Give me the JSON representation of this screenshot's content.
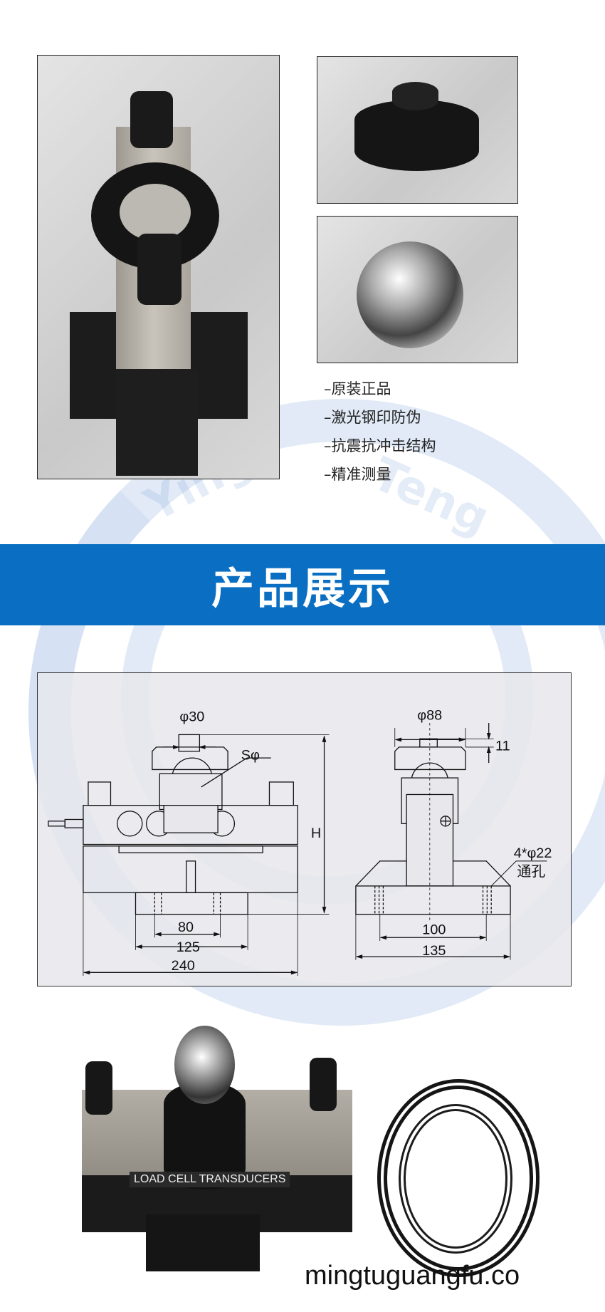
{
  "watermark": {
    "text_left": "Ying",
    "text_right": "Teng",
    "color": "#8aaede"
  },
  "features": [
    "–原装正品",
    "–激光钢印防伪",
    "–抗震抗冲击结构",
    "–精准测量"
  ],
  "banner": {
    "title": "产品展示",
    "color": "#0a6fc2"
  },
  "drawing": {
    "phi30": "φ30",
    "s_phi": "Sφ",
    "height": "H",
    "dim_80": "80",
    "dim_125": "125",
    "dim_240": "240",
    "phi88": "φ88",
    "dim_11": "11",
    "holes": "4*φ22",
    "holes_note": "通孔",
    "dim_100": "100",
    "dim_135": "135"
  },
  "product_photo": {
    "label": "LOAD CELL TRANSDUCERS"
  },
  "footer": {
    "site": "mingtuguangfu.co"
  }
}
